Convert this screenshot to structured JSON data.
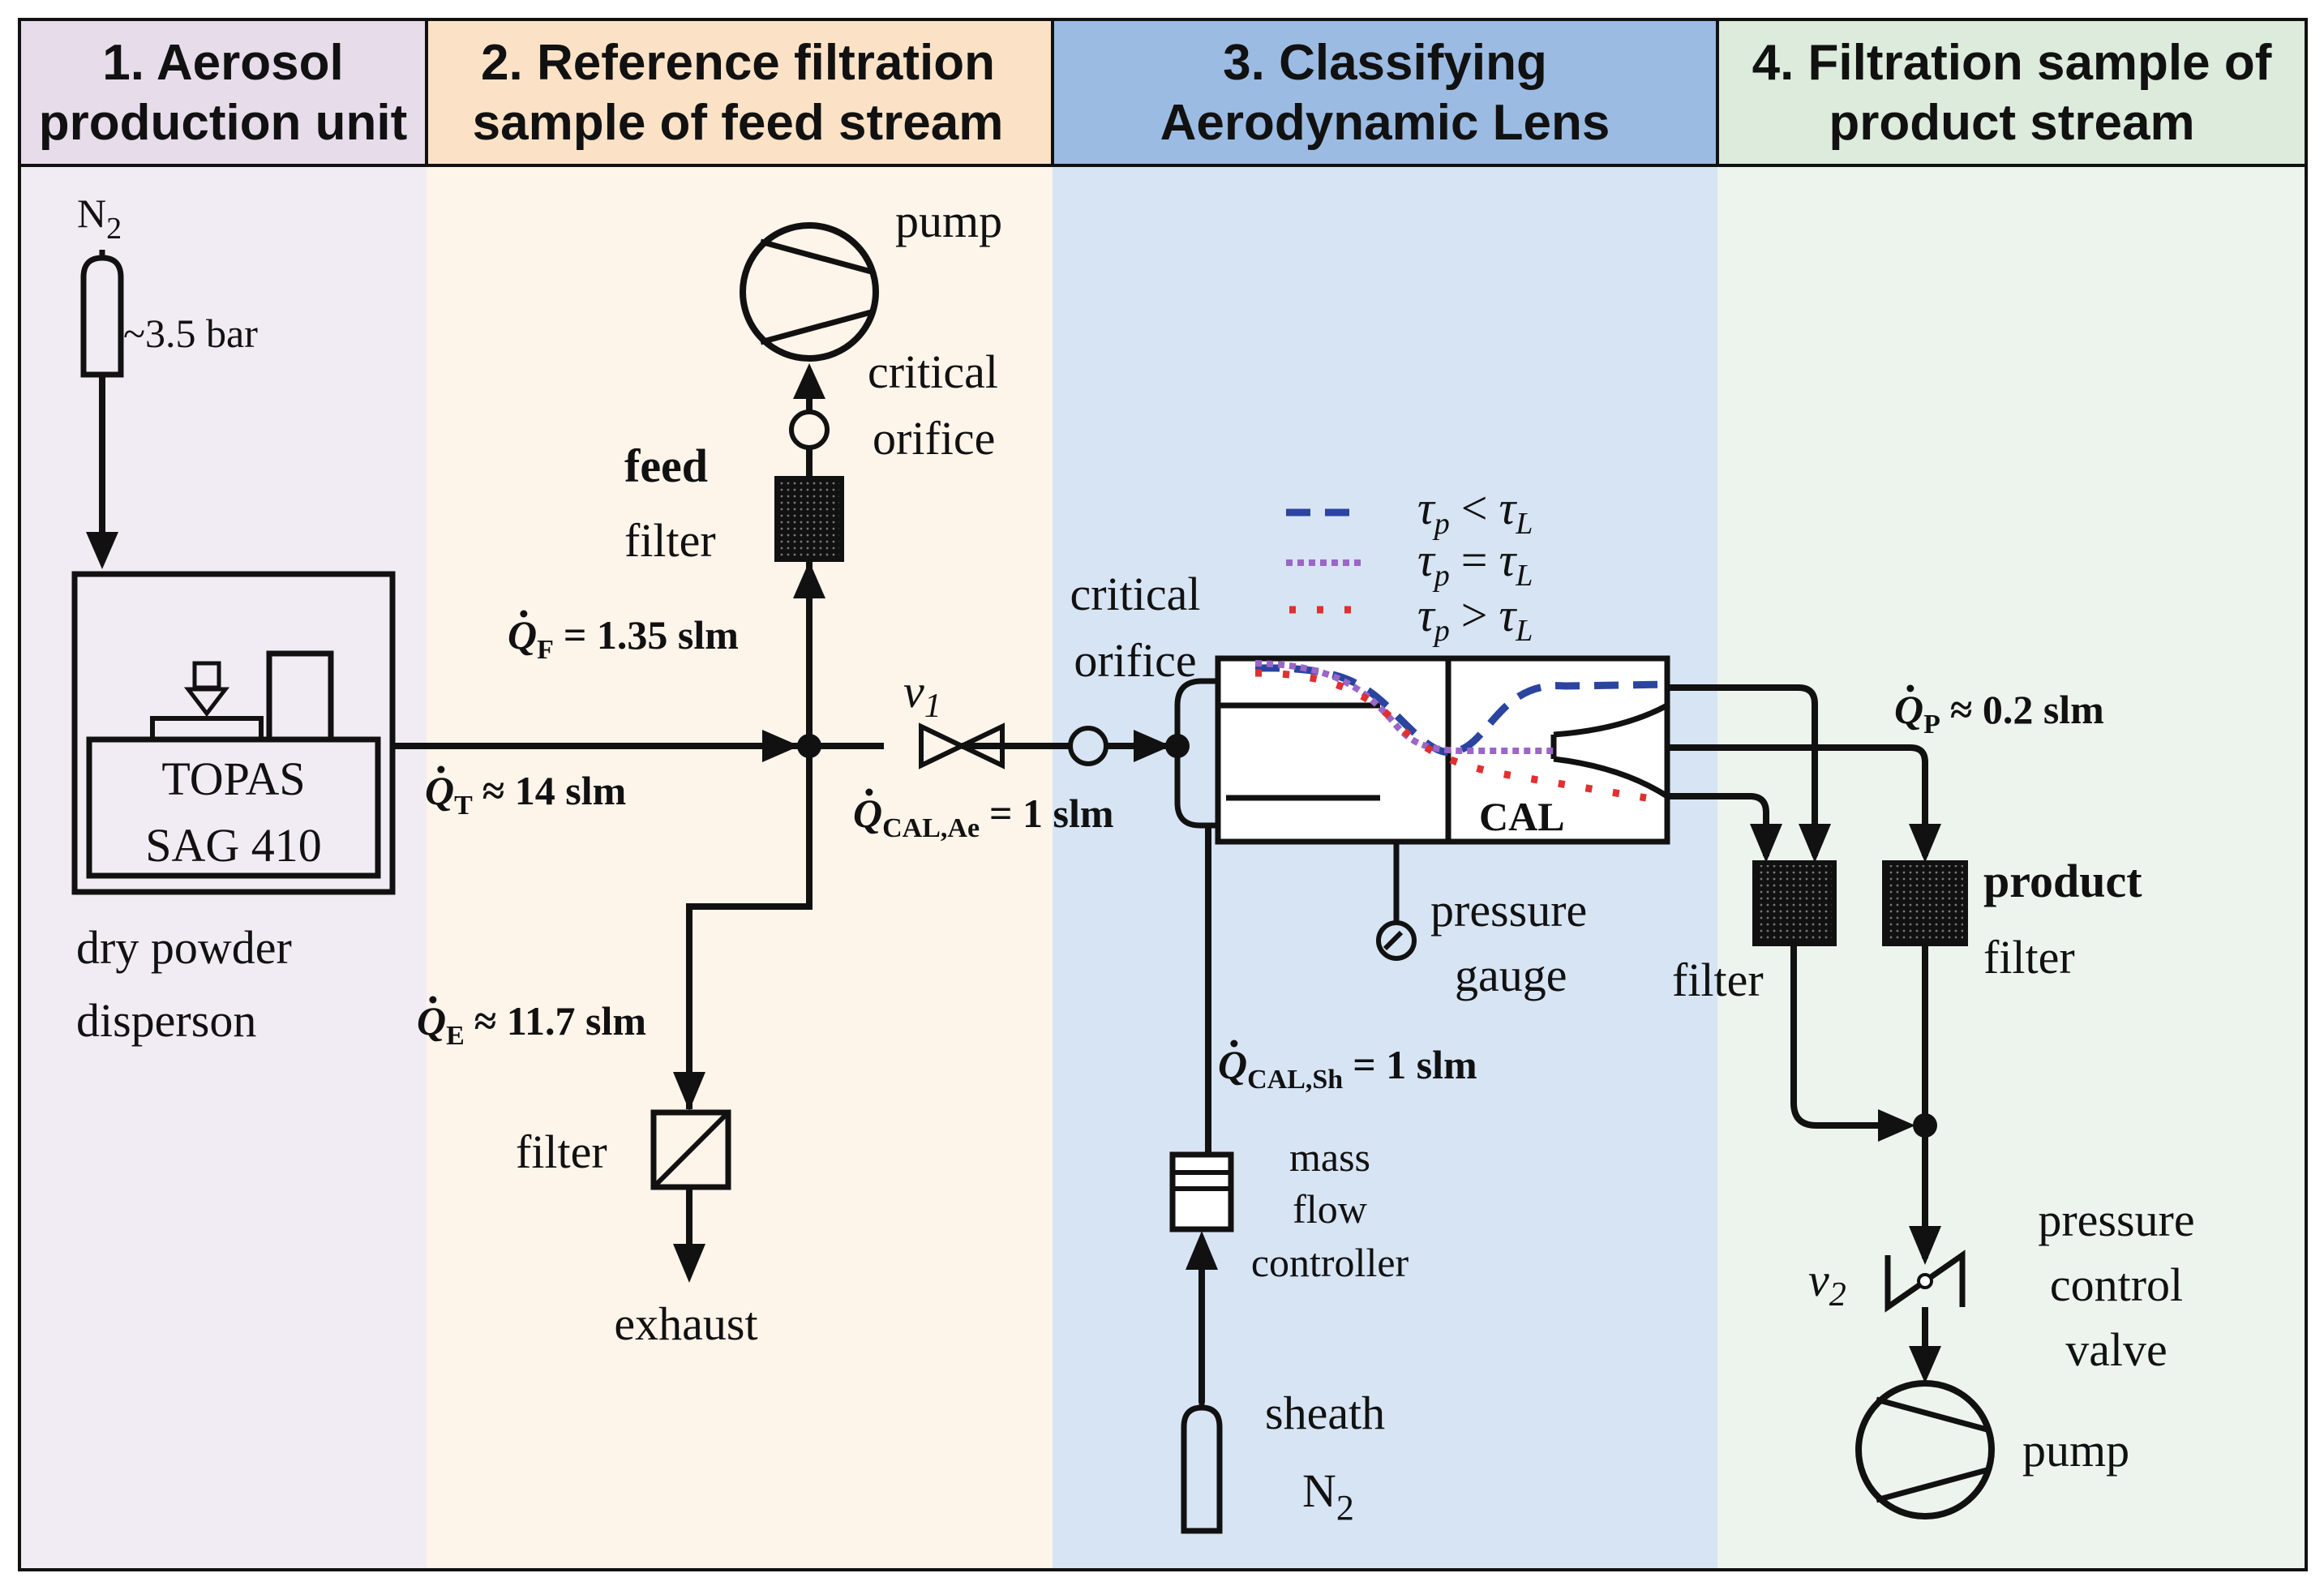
{
  "colors": {
    "section1_header": "#e6dcea",
    "section1_bg": "#f1ecf3",
    "section2_header": "#fbe2c6",
    "section2_bg": "#fdf4ea",
    "section3_header": "#9bbbe2",
    "section3_bg": "#d7e4f3",
    "section4_header": "#dcebdc",
    "section4_bg": "#edf4ed",
    "line": "#111111",
    "curve_less": "#2a44a0",
    "curve_equal": "#9a66c8",
    "curve_greater": "#e03030"
  },
  "sections": [
    {
      "title_line1": "1. Aerosol",
      "title_line2": "production unit"
    },
    {
      "title_line1": "2. Reference filtration",
      "title_line2": "sample of feed stream"
    },
    {
      "title_line1": "3. Classifying",
      "title_line2": "Aerodynamic Lens"
    },
    {
      "title_line1": "4. Filtration sample of",
      "title_line2": "product stream"
    }
  ],
  "section1": {
    "gas": "N",
    "gas_sub": "2",
    "pressure": "~3.5 bar",
    "device_line1": "TOPAS",
    "device_line2": "SAG 410",
    "caption_line1": "dry powder",
    "caption_line2": "disperson"
  },
  "section2": {
    "pump": "pump",
    "orifice_line1": "critical",
    "orifice_line2": "orifice",
    "filter_bold": "feed",
    "filter": "filter",
    "q_feed_sym": "Q",
    "q_feed_sub": "F",
    "q_feed_val": "= 1.35 slm",
    "q_total_sym": "Q",
    "q_total_sub": "T",
    "q_total_val": "≈ 14 slm",
    "valve": "v",
    "valve_sub": "1",
    "q_cal_sym": "Q",
    "q_cal_sub": "CAL,Ae",
    "q_cal_val": "= 1 slm",
    "q_exh_sym": "Q",
    "q_exh_sub": "E",
    "q_exh_val": "≈ 11.7 slm",
    "exhaust_filter": "filter",
    "exhaust": "exhaust"
  },
  "section3": {
    "orifice_line1": "critical",
    "orifice_line2": "orifice",
    "legend": [
      {
        "tau": "τ",
        "p": "p",
        "rel": "<",
        "L": "L",
        "style": "dashed",
        "color_key": "curve_less"
      },
      {
        "tau": "τ",
        "p": "p",
        "rel": "=",
        "L": "L",
        "style": "dotted",
        "color_key": "curve_equal"
      },
      {
        "tau": "τ",
        "p": "p",
        "rel": ">",
        "L": "L",
        "style": "sparse-dotted",
        "color_key": "curve_greater"
      }
    ],
    "cal_label": "CAL",
    "gauge_line1": "pressure",
    "gauge_line2": "gauge",
    "q_sheath_sym": "Q",
    "q_sheath_sub": "CAL,Sh",
    "q_sheath_val": "= 1 slm",
    "mfc_line1": "mass",
    "mfc_line2": "flow",
    "mfc_line3": "controller",
    "sheath_line1": "sheath",
    "sheath_gas": "N",
    "sheath_gas_sub": "2"
  },
  "section4": {
    "q_product_sym": "Q",
    "q_product_sub": "P",
    "q_product_val": "≈ 0.2 slm",
    "filter_left": "filter",
    "filter_bold": "product",
    "filter": "filter",
    "valve": "v",
    "valve_sub": "2",
    "pcv_line1": "pressure",
    "pcv_line2": "control",
    "pcv_line3": "valve",
    "pump": "pump"
  }
}
